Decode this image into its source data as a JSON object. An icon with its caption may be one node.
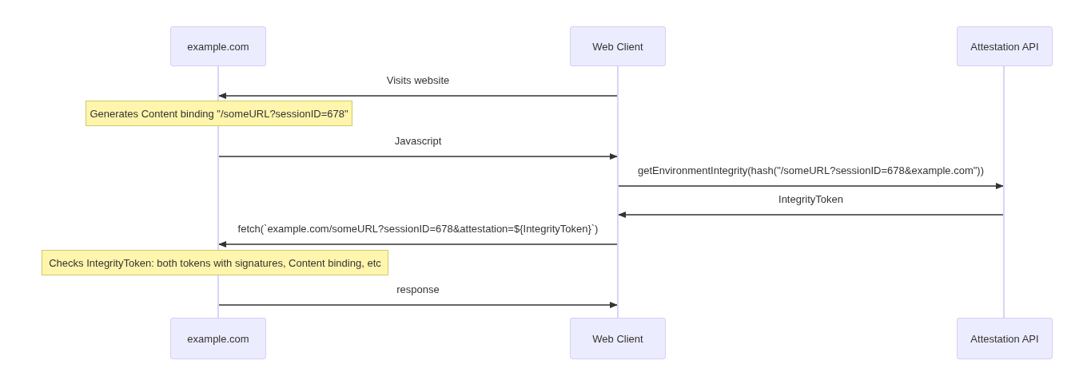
{
  "diagram": {
    "nodes": [
      {
        "text": [
          "example.com"
        ]
      },
      {
        "text": [
          "Web Client"
        ]
      },
      {
        "text": [
          "Attestation API"
        ]
      },
      {
        "text": [],
        "shape": "bar"
      },
      {
        "text": [],
        "shape": "bar"
      },
      {
        "text": [],
        "shape": "bar"
      },
      {
        "text": [
          "Generates Content binding \"/someURL?sessionID=678\""
        ]
      },
      {
        "text": [
          "Checks IntegrityToken: both tokens with signatures, Content binding, etc"
        ]
      },
      {
        "text": [
          "example.com"
        ]
      },
      {
        "text": [
          "Web Client"
        ]
      },
      {
        "text": [
          "Attestation API"
        ]
      }
    ],
    "edges": [
      {
        "from": 4,
        "to": 3,
        "arrow": "to",
        "label": "Visits website"
      },
      {
        "from": 3,
        "to": 4,
        "arrow": "to",
        "label": "Javascript"
      },
      {
        "from": 4,
        "to": 5,
        "arrow": "to",
        "label": "getEnvironmentIntegrity(hash(\"/someURL?sessionID=678&example.com\"))"
      },
      {
        "from": 5,
        "to": 4,
        "arrow": "to",
        "label": "IntegrityToken"
      },
      {
        "from": 4,
        "to": 3,
        "arrow": "to",
        "label": "fetch(`example.com/someURL?sessionID=678&attestation=${IntegrityToken}`)"
      },
      {
        "from": 3,
        "to": 4,
        "arrow": "to",
        "label": "response"
      }
    ]
  }
}
